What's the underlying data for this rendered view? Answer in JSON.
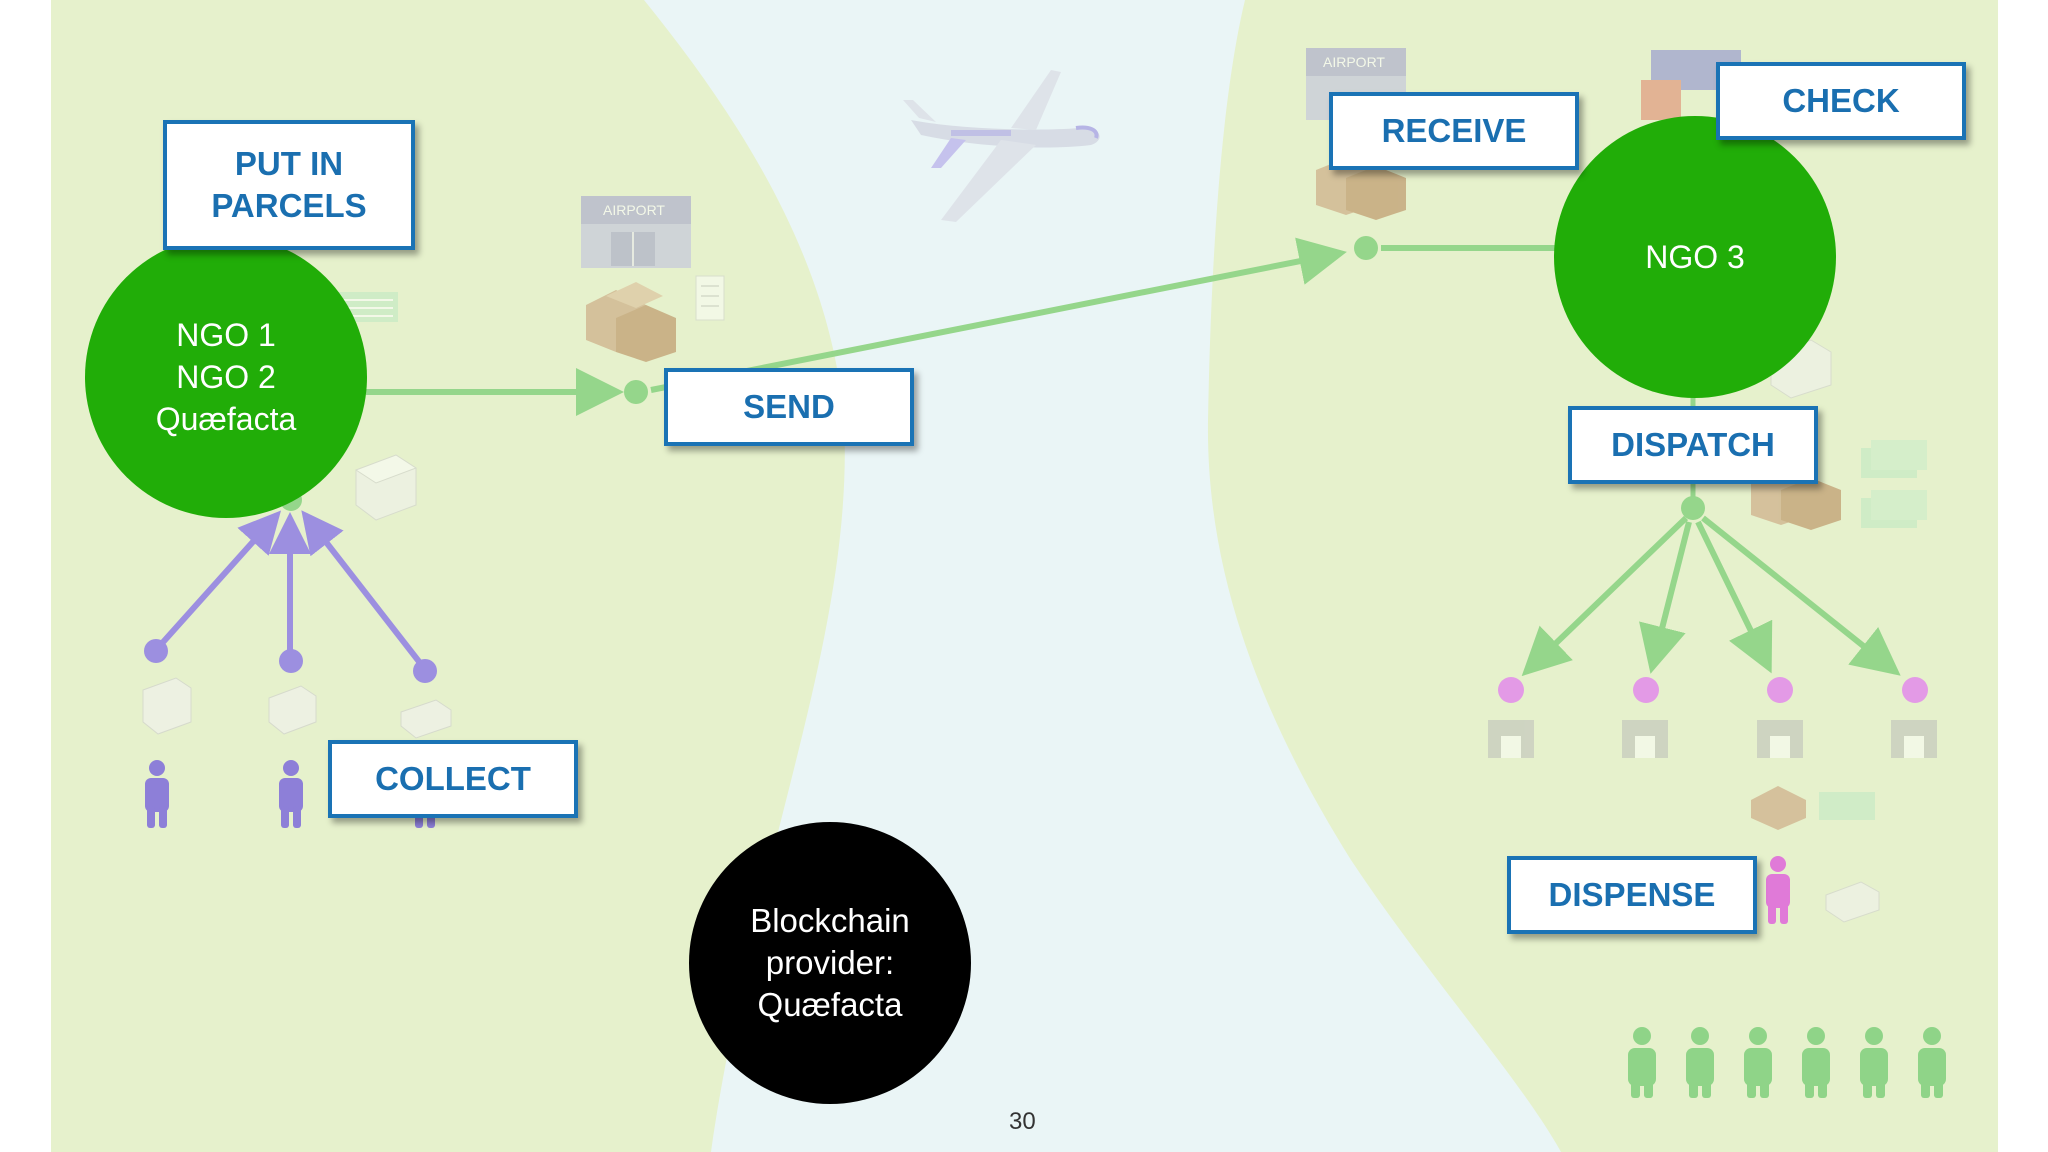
{
  "labels": {
    "put_in_parcels": "PUT IN\nPARCELS",
    "send": "SEND",
    "collect": "COLLECT",
    "receive": "RECEIVE",
    "check": "CHECK",
    "dispatch": "DISPATCH",
    "dispense": "DISPENSE"
  },
  "nodes": {
    "ngo_left": [
      "NGO 1",
      "NGO 2",
      "Quæfacta"
    ],
    "ngo_right": "NGO 3",
    "blockchain": [
      "Blockchain",
      "provider:",
      "Quæfacta"
    ]
  },
  "buildings": {
    "airport_left": "AIRPORT",
    "airport_right": "AIRPORT"
  },
  "page_number": "30",
  "icons": [
    "airplane-icon",
    "airport-building-icon",
    "box-stack-icon",
    "document-icon",
    "pill-pack-icon",
    "person-icon",
    "pharmacy-building-icon"
  ],
  "colors": {
    "land": "#e6f1cc",
    "water": "#eaf5f6",
    "ngo_green": "#21ad08",
    "label_blue": "#1a6fb0",
    "collect_arrow": "#9c8fe0",
    "flow_arrow": "#95d68b",
    "dispense_node": "#e39ae6",
    "person_purple": "#8d7fd8",
    "person_green": "#8fd488",
    "person_pink": "#e07ad8"
  }
}
